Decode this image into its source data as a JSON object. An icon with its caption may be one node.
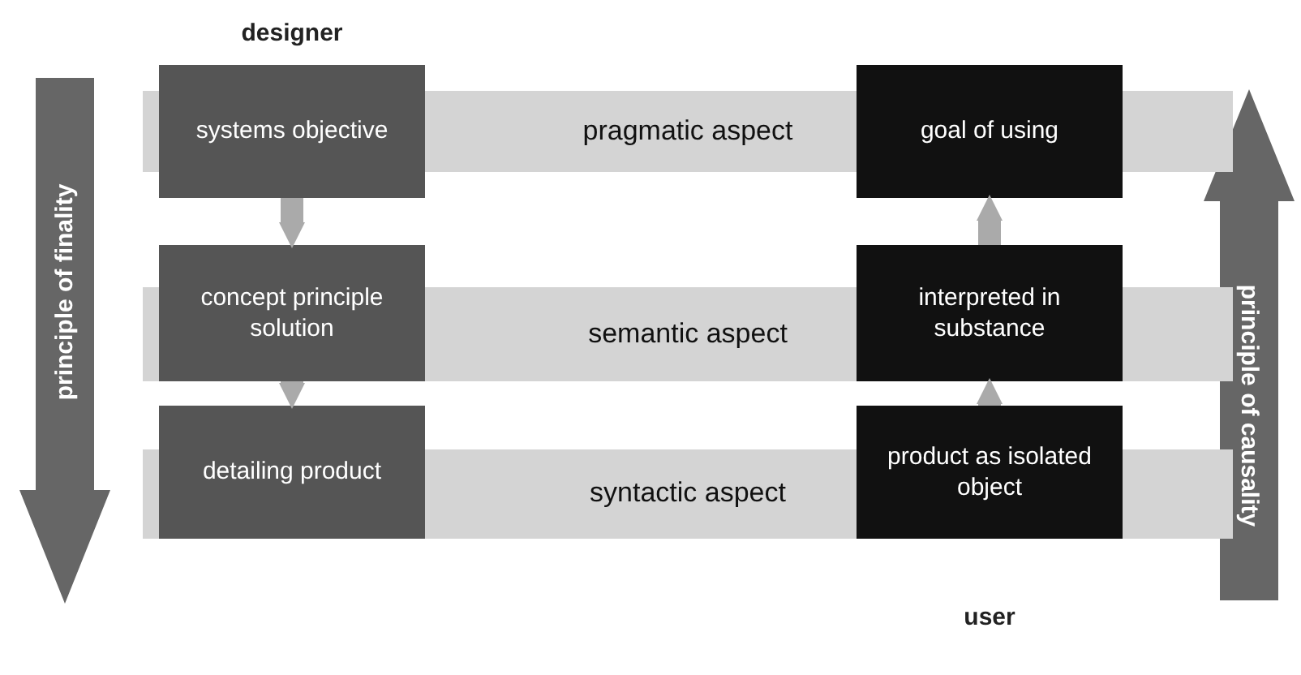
{
  "diagram": {
    "nodes": [
      {
        "text": [
          "systems objective"
        ]
      },
      {
        "text": [
          "pragmatic aspect"
        ]
      },
      {
        "text": [
          "goal of using"
        ]
      },
      {
        "text": [
          "concept principle solution"
        ]
      },
      {
        "text": [
          "semantic aspect"
        ]
      },
      {
        "text": [
          "interpreted in substance"
        ]
      },
      {
        "text": [
          "detailing product"
        ]
      },
      {
        "text": [
          "syntactic aspect"
        ]
      },
      {
        "text": [
          "product as isolated object"
        ]
      }
    ],
    "edges": [
      {
        "from": 0,
        "to": 3,
        "arrow": "to"
      },
      {
        "from": 3,
        "to": 6,
        "arrow": "to"
      },
      {
        "from": 8,
        "to": 5,
        "arrow": "to"
      },
      {
        "from": 5,
        "to": 2,
        "arrow": "to"
      }
    ],
    "labels": [
      "designer",
      "user",
      "principle of finality",
      "principle of causality"
    ]
  }
}
